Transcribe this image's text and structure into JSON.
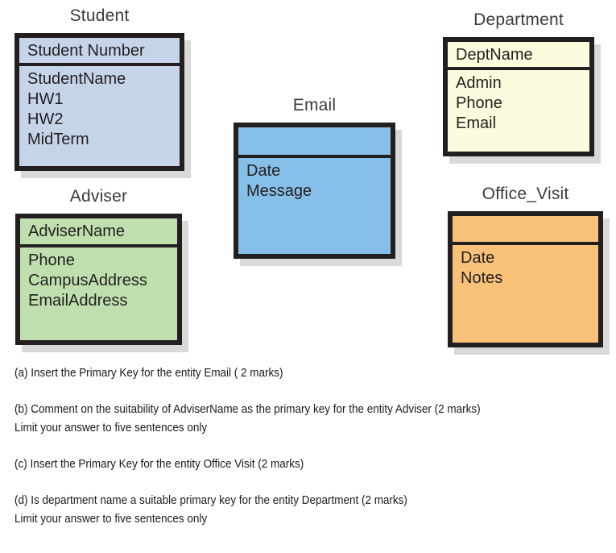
{
  "diagram": {
    "entities": [
      {
        "id": "student",
        "title": "Student",
        "primary_key": "Student Number",
        "attributes": [
          "StudentName",
          "HW1",
          "HW2",
          "MidTerm"
        ],
        "fill_color": "#c6d4ea",
        "border_color": "#231f20"
      },
      {
        "id": "adviser",
        "title": "Adviser",
        "primary_key": "AdviserName",
        "attributes": [
          "Phone",
          "CampusAddress",
          "EmailAddress"
        ],
        "fill_color": "#c0dfae",
        "border_color": "#231f20"
      },
      {
        "id": "email",
        "title": "Email",
        "primary_key": "",
        "attributes": [
          "Date",
          "Message"
        ],
        "fill_color": "#86c0e8",
        "border_color": "#231f20"
      },
      {
        "id": "department",
        "title": "Department",
        "primary_key": "DeptName",
        "attributes": [
          "Admin",
          "Phone",
          "Email"
        ],
        "fill_color": "#fbfbdd",
        "border_color": "#231f20"
      },
      {
        "id": "office_visit",
        "title": "Office_Visit",
        "primary_key": "",
        "attributes": [
          "Date",
          "Notes"
        ],
        "fill_color": "#fac179",
        "border_color": "#231f20"
      }
    ]
  },
  "questions": [
    {
      "id": "a",
      "lines": [
        "(a) Insert the Primary Key for the entity Email ( 2 marks)"
      ]
    },
    {
      "id": "b",
      "lines": [
        "(b) Comment on the suitability of AdviserName as the primary key for the entity Adviser (2 marks)",
        "Limit your answer to five sentences only"
      ]
    },
    {
      "id": "c",
      "lines": [
        "(c) Insert the Primary Key for the entity Office Visit (2 marks)"
      ]
    },
    {
      "id": "d",
      "lines": [
        "(d) Is department name a suitable primary key for the entity Department (2 marks)",
        "Limit your answer to five sentences only"
      ]
    }
  ]
}
